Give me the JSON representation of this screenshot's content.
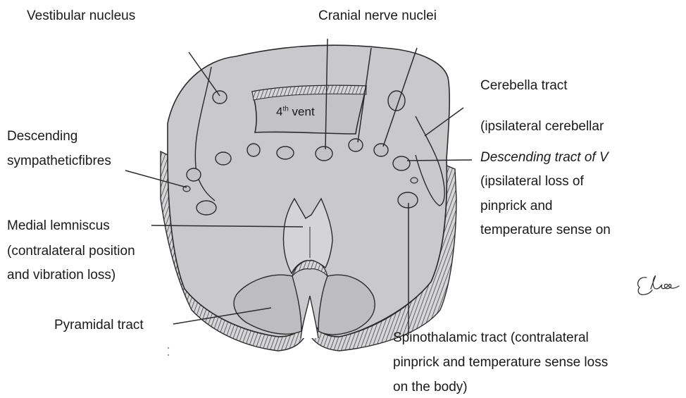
{
  "labels": {
    "vestibular_nucleus": "Vestibular nucleus",
    "cranial_nerve_nuclei": "Cranial nerve nuclei",
    "cerebella_tract": "Cerebella tract",
    "cerebella_tract_note": "(ipsilateral cerebellar",
    "descending_sympathetic_line1": "Descending",
    "descending_sympathetic_line2": "sympatheticfibres",
    "descending_tract_v": "Descending tract of V",
    "descending_tract_v_note1": "(ipsilateral loss of",
    "descending_tract_v_note2": "pinprick and",
    "descending_tract_v_note3": "temperature sense on",
    "medial_lemniscus": "Medial lemniscus",
    "medial_lemniscus_note1": "(contralateral position",
    "medial_lemniscus_note2": "and vibration loss)",
    "pyramidal_tract": "Pyramidal tract",
    "spinothalamic_line1": "Spinothalamic tract (contralateral",
    "spinothalamic_line2": "pinprick and temperature sense loss",
    "spinothalamic_line3": "on the body)",
    "fourth_ventricle_base": "4",
    "fourth_ventricle_sup": "th",
    "fourth_ventricle_suffix": "vent"
  },
  "colors": {
    "tissue_fill": "#c9c9cb",
    "tract_fill": "#bdbdbf",
    "outline": "#2b2b2b",
    "text": "#1a1a1a"
  }
}
